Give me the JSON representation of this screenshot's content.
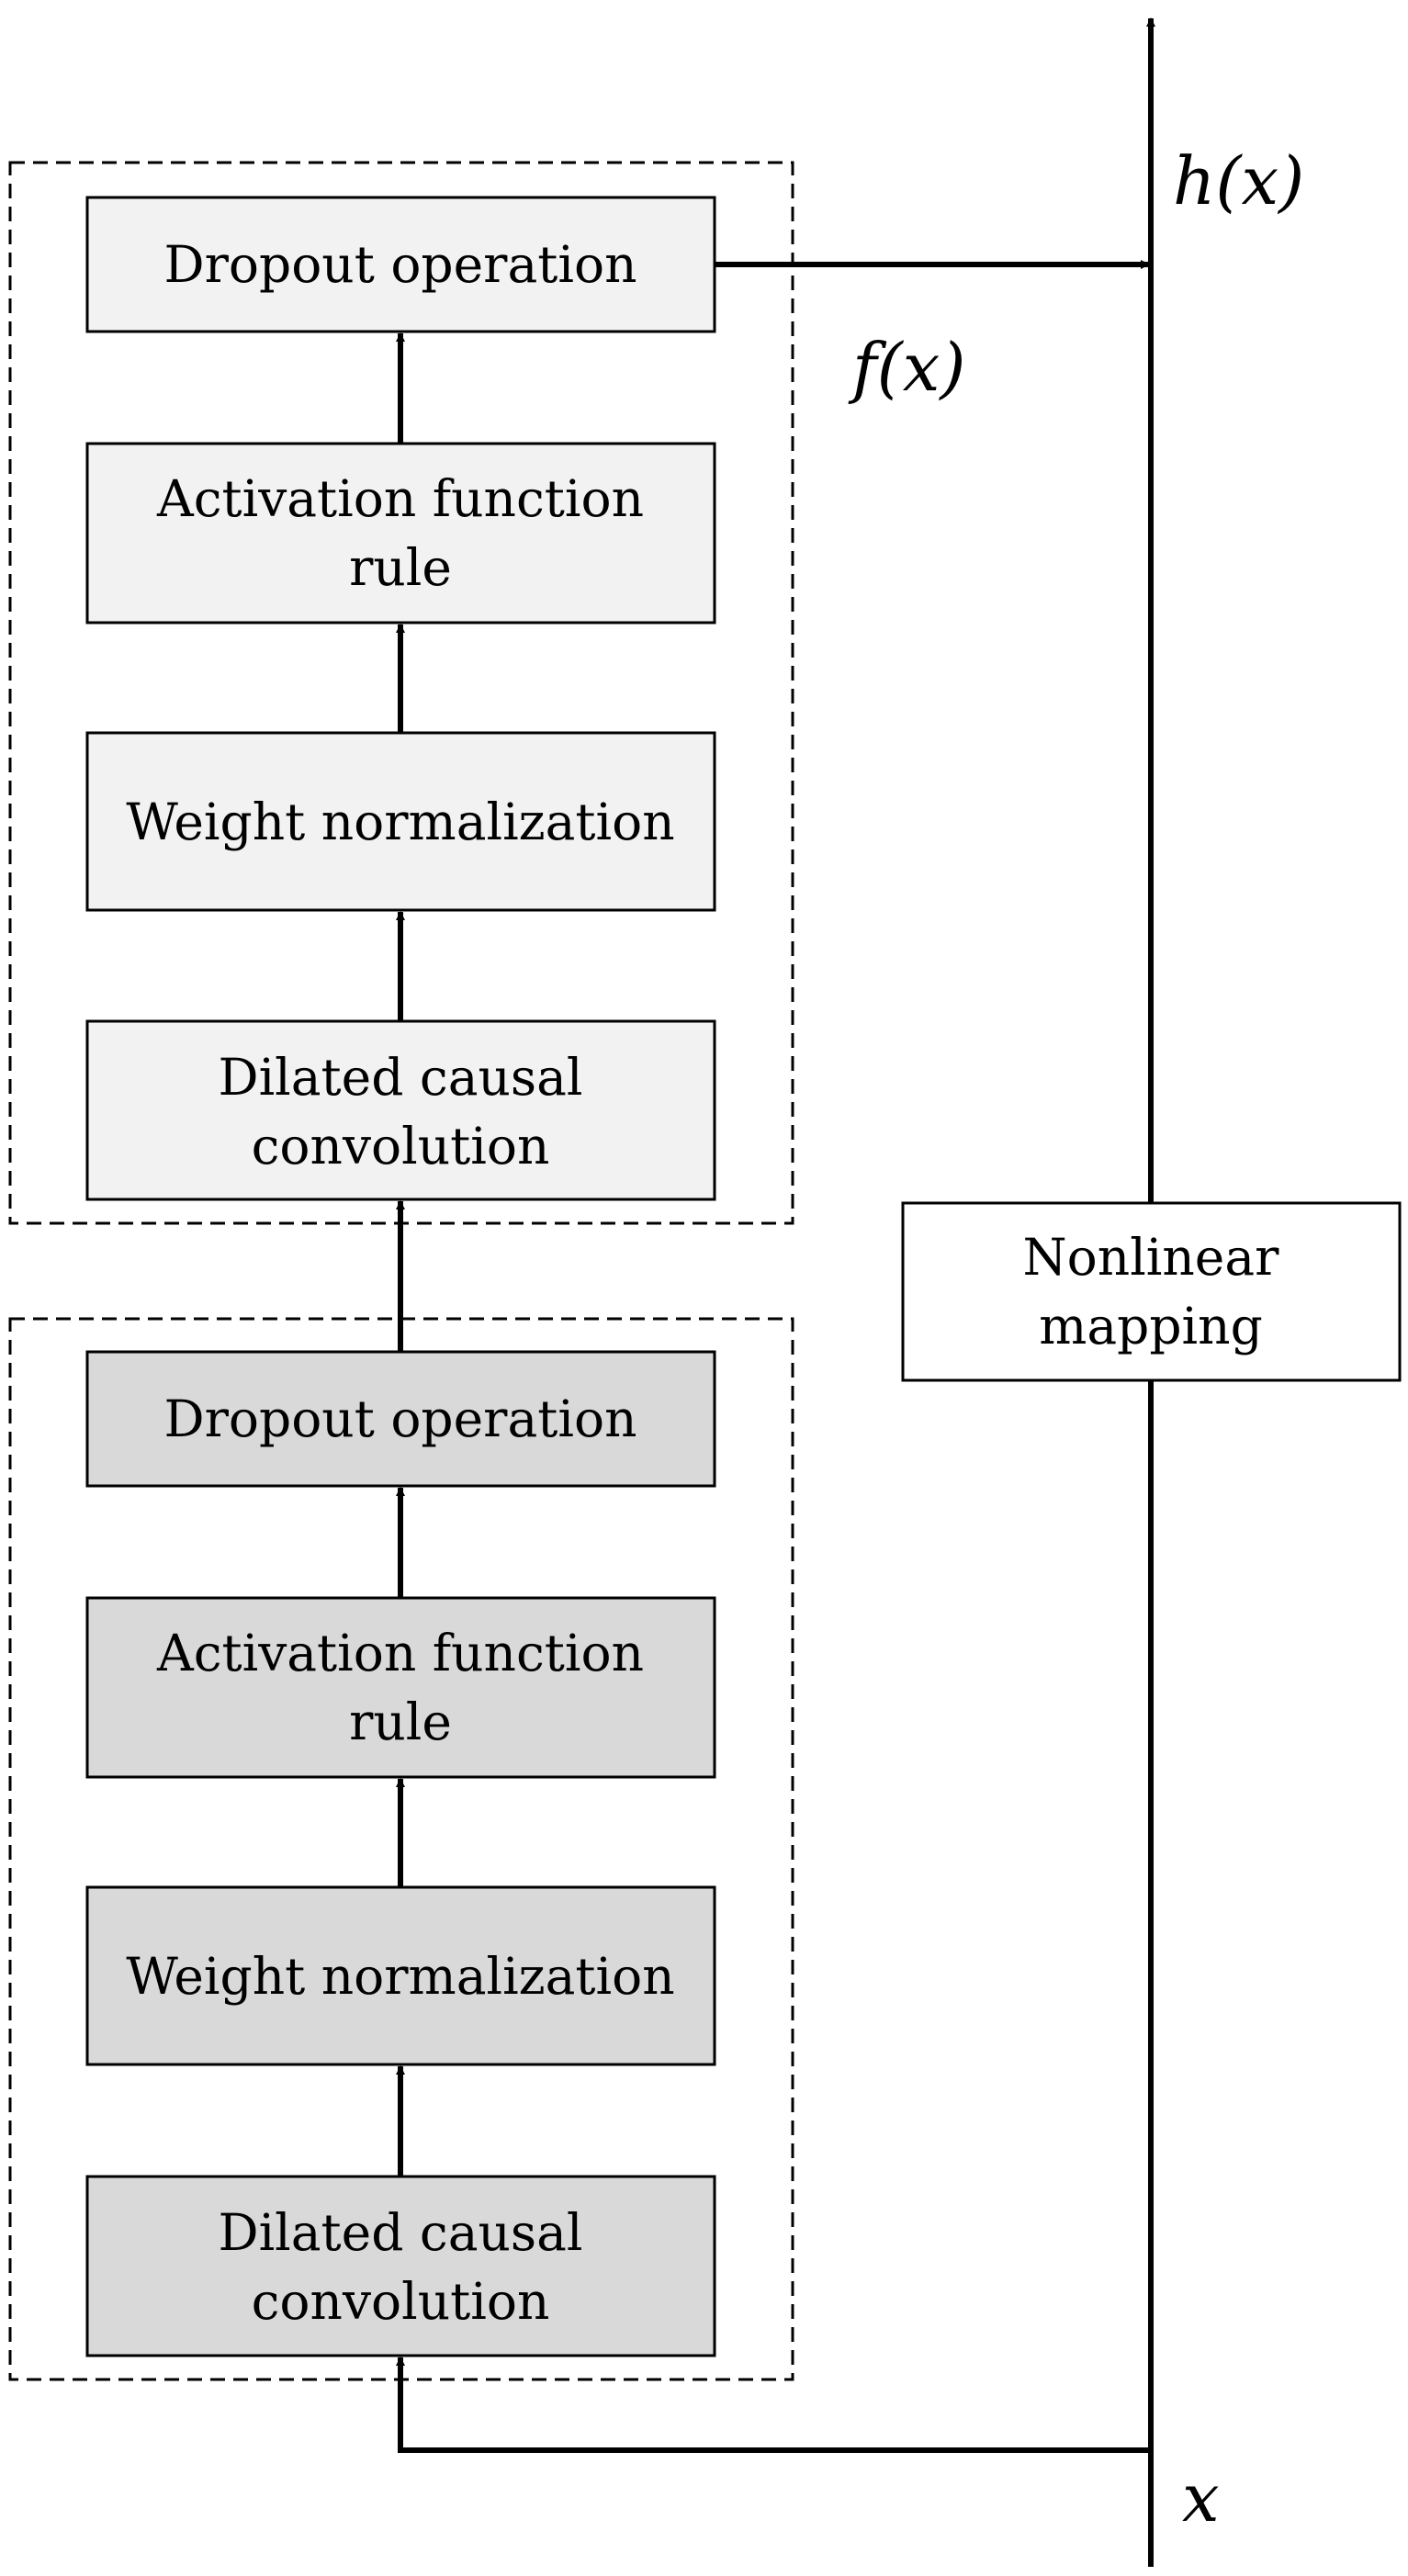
{
  "upper_block": {
    "dropout": "Dropout operation",
    "activation": [
      "Activation function",
      "rule"
    ],
    "weight_norm": "Weight normalization",
    "dilated": [
      "Dilated causal",
      "convolution"
    ]
  },
  "lower_block": {
    "dropout": "Dropout operation",
    "activation": [
      "Activation function",
      "rule"
    ],
    "weight_norm": "Weight normalization",
    "dilated": [
      "Dilated causal",
      "convolution"
    ]
  },
  "nonlinear_mapping": [
    "Nonlinear",
    "mapping"
  ],
  "math_labels": {
    "output": "h(x)",
    "residual": "f(x)",
    "input": "x"
  },
  "colors": {
    "upper_box_fill": "#f2f2f2",
    "lower_box_fill": "#d9d9d9",
    "mapping_box_fill": "#ffffff",
    "stroke": "#000000"
  }
}
